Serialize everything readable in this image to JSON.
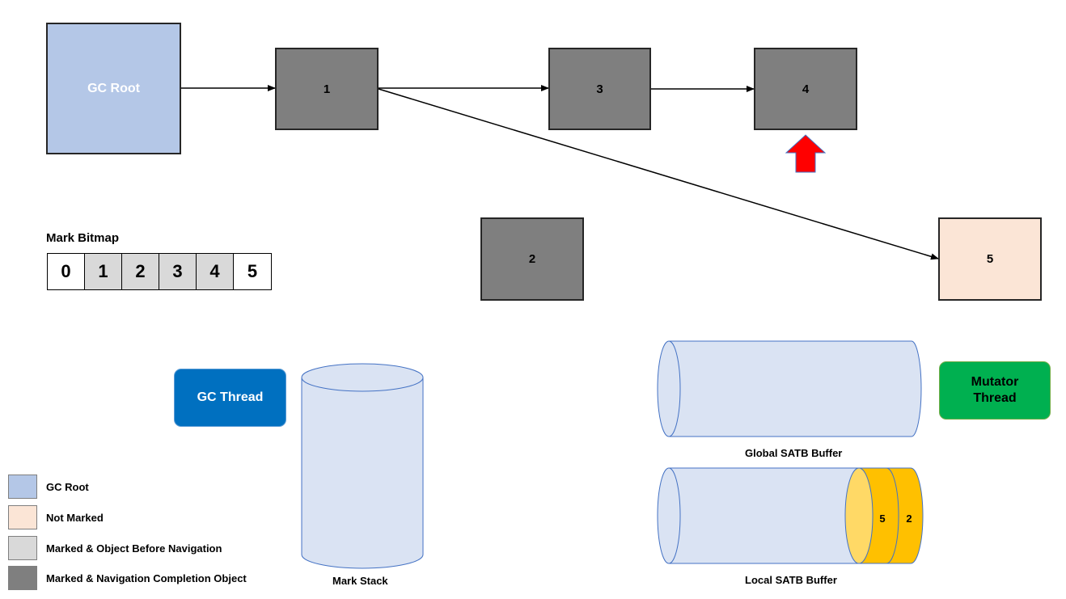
{
  "nodes": {
    "gc_root": "GC Root",
    "n1": "1",
    "n2": "2",
    "n3": "3",
    "n4": "4",
    "n5": "5"
  },
  "mark_bitmap": {
    "title": "Mark Bitmap",
    "bits": [
      {
        "label": "0",
        "state": "white"
      },
      {
        "label": "1",
        "state": "gray"
      },
      {
        "label": "2",
        "state": "gray"
      },
      {
        "label": "3",
        "state": "gray"
      },
      {
        "label": "4",
        "state": "gray"
      },
      {
        "label": "5",
        "state": "white"
      }
    ]
  },
  "threads": {
    "gc": "GC Thread",
    "mutator_line1": "Mutator",
    "mutator_line2": "Thread"
  },
  "buffers": {
    "mark_stack": "Mark Stack",
    "global_satb": "Global SATB Buffer",
    "local_satb": "Local SATB Buffer",
    "local_satb_entries": [
      "5",
      "2"
    ]
  },
  "legend": [
    {
      "label": "GC Root",
      "color": "#b4c7e7"
    },
    {
      "label": "Not Marked",
      "color": "#fbe5d6"
    },
    {
      "label": "Marked & Object Before Navigation",
      "color": "#d9d9d9"
    },
    {
      "label": "Marked & Navigation Completion Object",
      "color": "#7f7f7f"
    }
  ],
  "colors": {
    "pointer_arrow": "#ff0000",
    "buffer_fill": "#dae3f3",
    "satb_entry": "#ffc000"
  }
}
